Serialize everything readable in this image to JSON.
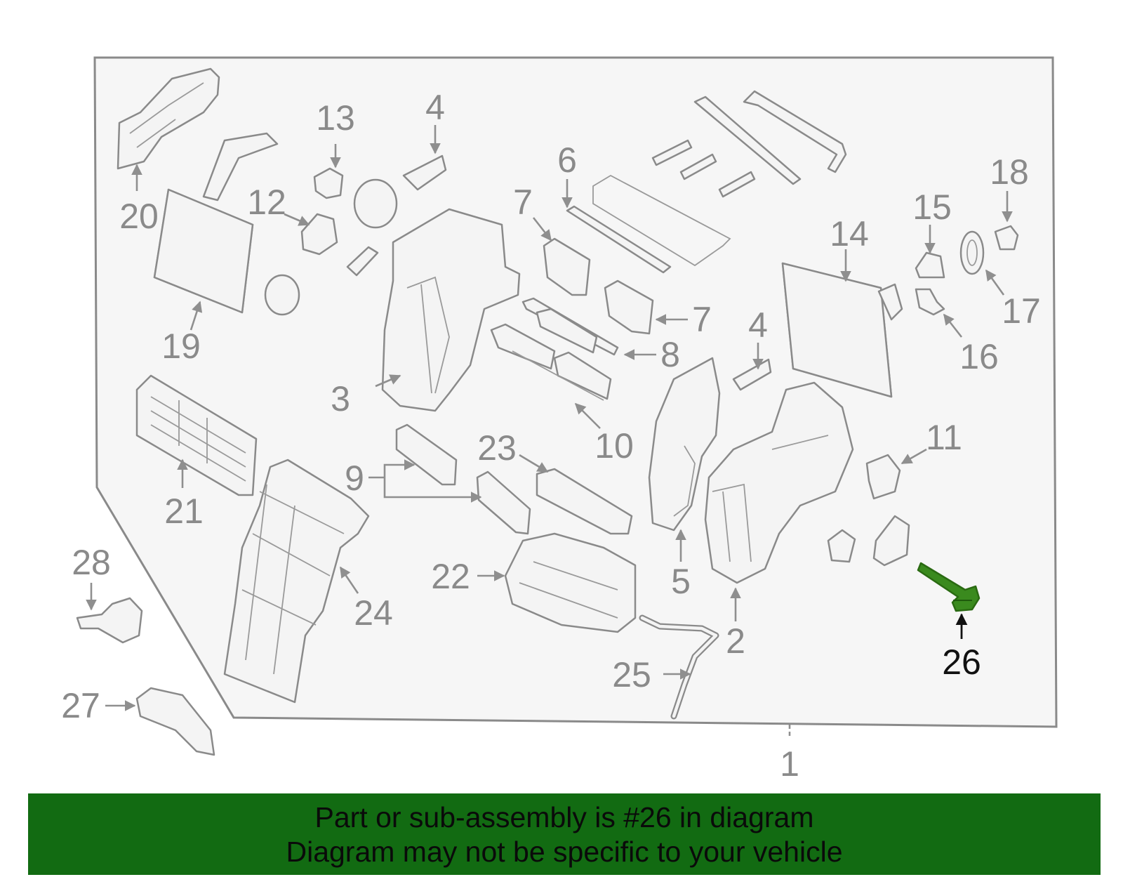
{
  "diagram": {
    "highlighted_part": "26",
    "highlight_color": "#3a8a1e",
    "callouts": [
      "1",
      "2",
      "3",
      "4",
      "4",
      "5",
      "6",
      "7",
      "7",
      "8",
      "9",
      "10",
      "11",
      "12",
      "13",
      "14",
      "15",
      "16",
      "17",
      "18",
      "19",
      "20",
      "21",
      "22",
      "23",
      "24",
      "25",
      "26",
      "27",
      "28"
    ]
  },
  "banner": {
    "line1": "Part or sub-assembly is #26 in diagram",
    "line2": "Diagram may not be specific to your vehicle",
    "background": "#126b12"
  }
}
